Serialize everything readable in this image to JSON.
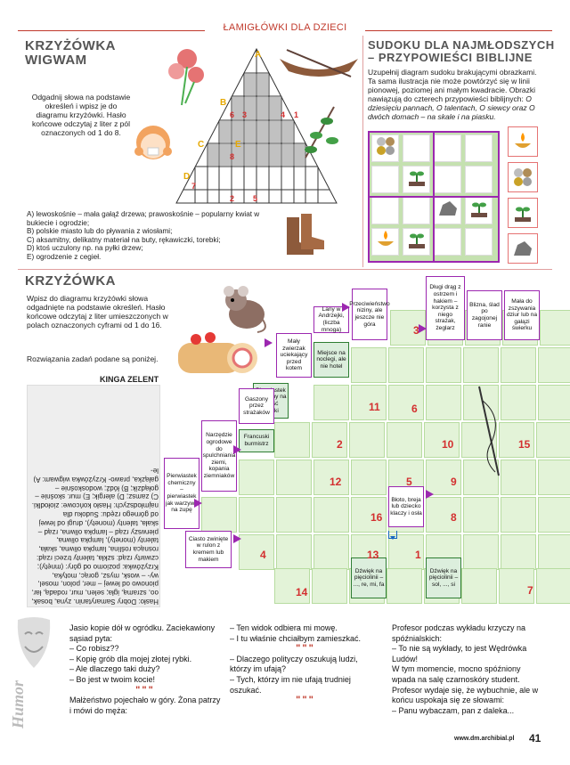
{
  "header": {
    "title": "ŁAMIGŁÓWKI DLA DZIECI"
  },
  "wigwam": {
    "title_line1": "KRZYŻÓWKA",
    "title_line2": "WIGWAM",
    "intro": "Odgadnij słowa na podstawie określeń i wpisz je do diagramu krzyżówki. Hasło końcowe odczytaj z liter z pól oznaczonych od 1 do 8.",
    "triangle_letters": [
      "A",
      "B",
      "C",
      "D",
      "E"
    ],
    "triangle_numbers": [
      "1",
      "2",
      "3",
      "4",
      "5",
      "6",
      "7",
      "8"
    ],
    "clues": [
      "A) lewoskośnie – mała gałąź drzewa; prawoskośnie – popularny kwiat w bukiecie i ogrodzie;",
      "B) polskie miasto lub do pływania z wiosłami;",
      "C) aksamitny, delikatny materiał na buty, rękawiczki, torebki;",
      "D) ktoś uczulony np. na pyłki drzew;",
      "E) ogrodzenie z cegieł."
    ]
  },
  "sudoku": {
    "title_line1": "SUDOKU DLA NAJMŁODSZYCH",
    "title_line2": "– PRZYPOWIEŚCI BIBLIJNE",
    "intro": "Uzupełnij diagram sudoku brakującymi obrazkami. Ta sama ilustracja nie może powtórzyć się w linii pionowej, poziomej ani małym kwadracie. Obrazki nawiązują do czterech przypowieści biblijnych:",
    "parables": "O dziesięciu pannach, O talentach, O siewcy oraz O dwóch domach – na skale i na piasku.",
    "grid": [
      [
        "coins",
        "",
        "",
        ""
      ],
      [
        "",
        "plant",
        "",
        ""
      ],
      [
        "",
        "",
        "rock",
        "plant"
      ],
      [
        "lamp",
        "plant",
        "",
        ""
      ]
    ],
    "legend": [
      "lamp",
      "coins",
      "plant",
      "rock"
    ]
  },
  "krzyzowka": {
    "title": "KRZYŻÓWKA",
    "intro": "Wpisz do diagramu krzyżówki słowa odgadnięte na podstawie określeń. Hasło końcowe odczytaj z liter umieszczonych w polach oznaczonych cyframi od 1 do 16.",
    "solutions_note": "Rozwiązania zadań podane są poniżej.",
    "author": "KINGA ZELENT",
    "clues": [
      "Przeciwieństwo niziny, ale jeszcze nie góra",
      "Długi drąg z ostrzem i hakiem – korzysta z niego strażak, żeglarz",
      "Blizna, ślad po zagojonej ranie",
      "Mała do zszywania dziur lub na gałązi świerku",
      "Lany w Andrzejki, (liczba mnoga)",
      "Miejsce na noclegi, ale nie hotel",
      "Mały zwierzak uciekający przed kotem",
      "Pierwiastek nazwany na cześć Polski",
      "Gaszony przez strażaków",
      "Francuski burmistrz",
      "Narzędzie ogrodowe do spulchniania ziemi, kopania ziemniaków",
      "Pierwiastek chemiczny – pierwiastek jak warzywo na zupę",
      "Błoto, breja lub dziecko klaczy i osła",
      "Ciasto zwinięte w rulon z kremem lub makiem",
      "Dźwięk na pięciolinii – ..., re, mi, fa",
      "Dźwięk na pięciolinii – sol, ..., si"
    ],
    "numbers": [
      "1",
      "2",
      "3",
      "4",
      "5",
      "6",
      "7",
      "8",
      "9",
      "10",
      "11",
      "12",
      "13",
      "14",
      "15",
      "16"
    ]
  },
  "answers": {
    "text": "Hasło: Dobry Samarytanin. zyna, bosak, oo, szramą, igła; selen, mur, rodadą, łar, pionowo od lewej – mer, polon, mosel, wy- – wosk, mysz, gorąc, motyka, Krzyżówka: poziomo od góry: (mnęty); czwarty rząd: szkła, talenty trzeci rząd: rosnąca roślina, lampka oliwna, skała, talenty (monety), lampka oliwna, pierwszy rząd – lampka oliwna, rząd – skała, talenty (monety), drugi od lewej od górnego rzędu: Sudoku dla najmłodszych: Hasło końcowe: ziołodlki. C) zamsz; D) alergik; E) mur. skośnie – gołądzik; B) łódź; wodoskośnie – gałązka, prawo- Krzyżówka wigwam: A) le-"
  },
  "humor": {
    "label": "Humor",
    "col1": [
      "Jasio kopie dół w ogródku. Zaciekawiony sąsiad pyta:",
      "– Co robisz??",
      "– Kopię grób dla mojej złotej rybki.",
      "– Ale dlaczego taki duży?",
      "– Bo jest w twoim kocie!",
      "Małżeństwo pojechało w góry. Żona patrzy i mówi do męża:"
    ],
    "col2": [
      "– Ten widok odbiera mi mowę.",
      "– I tu właśnie chciałbym zamieszkać.",
      "– Dlaczego polityczy oszukują ludzi, którzy im ufają?",
      "– Tych, którzy im nie ufają trudniej oszukać."
    ],
    "col3": [
      "Profesor podczas wykładu krzyczy na spóźnialskich:",
      "– To nie są wykłady, to jest Wędrówka Ludów!",
      "W tym momencie, mocno spóźniony wpada na salę czarnoskóry student. Profesor wydaje się, że wybuchnie, ale w końcu uspokaja się ze słowami:",
      "– Panu wybaczam, pan z daleka..."
    ],
    "quote_mark": "\"\"\""
  },
  "footer": {
    "url": "www.dm.archibial.pl",
    "page": "41"
  },
  "colors": {
    "accent": "#c0392b",
    "green": "#e3f3d8",
    "purple": "#9c27b0",
    "red_num": "#d32f2f"
  }
}
